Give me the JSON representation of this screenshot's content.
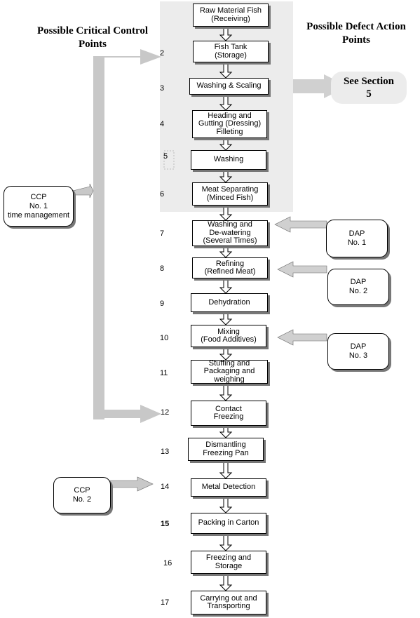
{
  "headings": {
    "left": "Possible Critical Control\nPoints",
    "right": "Possible Defect Action\nPoints"
  },
  "steps": [
    {
      "number": "",
      "label": "Raw Material Fish\n(Receiving)"
    },
    {
      "number": "2",
      "label": "Fish Tank\n(Storage)"
    },
    {
      "number": "3",
      "label": "Washing & Scaling"
    },
    {
      "number": "4",
      "label": "Heading and\nGutting (Dressing)\nFilleting"
    },
    {
      "number": "5",
      "label": "Washing"
    },
    {
      "number": "6",
      "label": "Meat Separating\n(Minced Fish)"
    },
    {
      "number": "7",
      "label": "Washing and\nDe-watering\n(Several Times)"
    },
    {
      "number": "8",
      "label": "Refining\n(Refined Meat)"
    },
    {
      "number": "9",
      "label": "Dehydration"
    },
    {
      "number": "10",
      "label": "Mixing\n(Food Additives)"
    },
    {
      "number": "11",
      "label": "Stuffing and\nPackaging and\nweighing"
    },
    {
      "number": "12",
      "label": "Contact\nFreezing"
    },
    {
      "number": "13",
      "label": "Dismantling\nFreezing Pan"
    },
    {
      "number": "14",
      "label": "Metal Detection"
    },
    {
      "number": "15",
      "label": "Packing in Carton"
    },
    {
      "number": "16",
      "label": "Freezing and\nStorage"
    },
    {
      "number": "17",
      "label": "Carrying out and\nTransporting"
    }
  ],
  "ccp": [
    {
      "label": "CCP\nNo. 1\ntime management"
    },
    {
      "label": "CCP\nNo. 2"
    }
  ],
  "dap": [
    {
      "label": "DAP\nNo. 1"
    },
    {
      "label": "DAP\nNo. 2"
    },
    {
      "label": "DAP\nNo. 3"
    }
  ],
  "see_section": "See Section\n5",
  "colors": {
    "arrow_fill": "#c8c8c8",
    "panel_fill": "#ececec",
    "shadow": "#777777"
  }
}
